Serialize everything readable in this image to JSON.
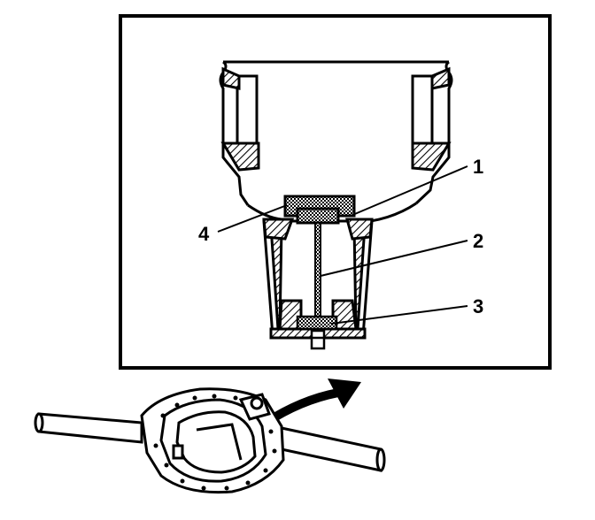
{
  "diagram": {
    "callouts": {
      "c1": "1",
      "c2": "2",
      "c3": "3",
      "c4": "4"
    }
  },
  "colors": {
    "ink": "#000000",
    "paper": "#ffffff"
  }
}
